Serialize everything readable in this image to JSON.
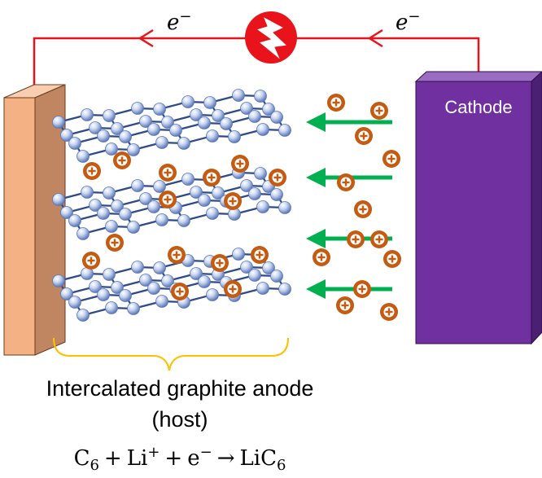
{
  "circuit": {
    "electron_left": "e",
    "electron_right": "e",
    "electron_sup": "−",
    "wire_color": "#e8131b",
    "load_color": "#e8131b"
  },
  "cathode": {
    "label": "Cathode",
    "color": "#7030a0"
  },
  "anode": {
    "color": "#f4b183",
    "caption_line1": "Intercalated graphite anode",
    "caption_line2": "(host)"
  },
  "ions": {
    "color": "#c55a11",
    "symbol": "+"
  },
  "arrows": {
    "color": "#00b050"
  },
  "graphite": {
    "atom_color": "#8faadc",
    "bond_color": "#2f4a8a",
    "layers": 3
  },
  "equation": {
    "c": "C",
    "c_sub": "6",
    "plus1": "+",
    "li": "Li",
    "li_sup": "+",
    "plus2": "+",
    "e": "e",
    "e_sup": "−",
    "arrow": "→",
    "product": "LiC",
    "product_sub": "6"
  }
}
